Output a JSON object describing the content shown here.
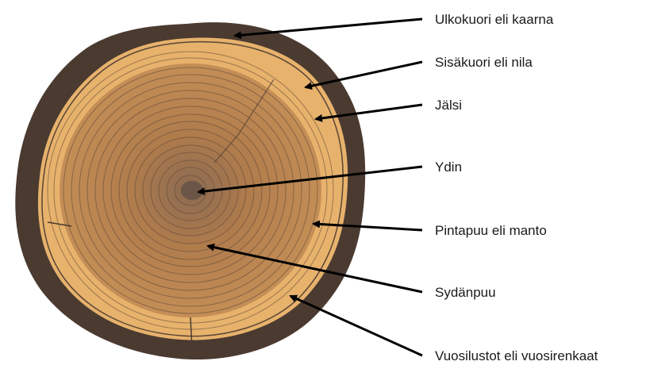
{
  "labels": {
    "bark": "Ulkokuori eli kaarna",
    "bast": "Sisäkuori eli nila",
    "cambium": "Jälsi",
    "pith": "Ydin",
    "sapwood": "Pintapuu eli manto",
    "heartwood": "Sydänpuu",
    "rings": "Vuosilustot eli vuosirenkaat"
  },
  "colors": {
    "bark": "#4a3a30",
    "sapwood": "#e7b26c",
    "heartwood": "#c08a55",
    "ring_line": "#5b4636",
    "pith": "#6b5546",
    "arrow": "#000000",
    "text": "#1a1a1a"
  }
}
